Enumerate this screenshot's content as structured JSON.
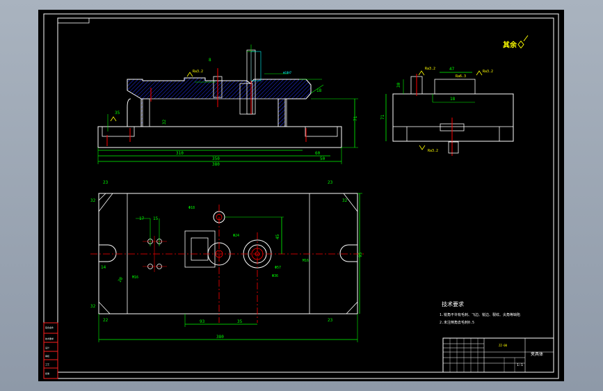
{
  "drawing": {
    "other_finish_note": "其余",
    "tech_req": {
      "title": "技术要求",
      "line1": "1.锐角不许有毛刺、飞边、锐边、裂纹、尖角等缺陷",
      "line2": "2.未注倒角去毛刺0.5"
    },
    "front_view_dims": {
      "d310": "310",
      "d350": "350",
      "d380": "380",
      "d60": "60",
      "d50": "50",
      "d71": "71",
      "d32": "32",
      "d35": "35",
      "d18": "18",
      "d8": "8"
    },
    "side_view_dims": {
      "d47": "47",
      "d30": "30",
      "d71": "71",
      "d18": "18"
    },
    "top_view_dims": {
      "d23": "23",
      "d32": "32",
      "d15": "15",
      "d17": "17",
      "d20": "20",
      "d32b": "32",
      "d14": "14",
      "d22": "22",
      "d32c": "32",
      "d93": "93",
      "d35": "35",
      "d380": "380",
      "d45": "45",
      "d95": "95"
    },
    "roughness": {
      "ra32": "Ra3.2",
      "ra63": "Ra6.3"
    },
    "title_block": {
      "part_name": "夹具体",
      "scale": "1:1"
    },
    "side_strip": [
      "铝合金件",
      "技术要求",
      "设计",
      "审核",
      "工艺",
      "批准"
    ]
  },
  "colors": {
    "line": "#ffffff",
    "dim": "#00ff00",
    "center": "#ff0000",
    "hatch": "#0000ff",
    "text": "#ffff00",
    "accent": "#ffff00"
  }
}
